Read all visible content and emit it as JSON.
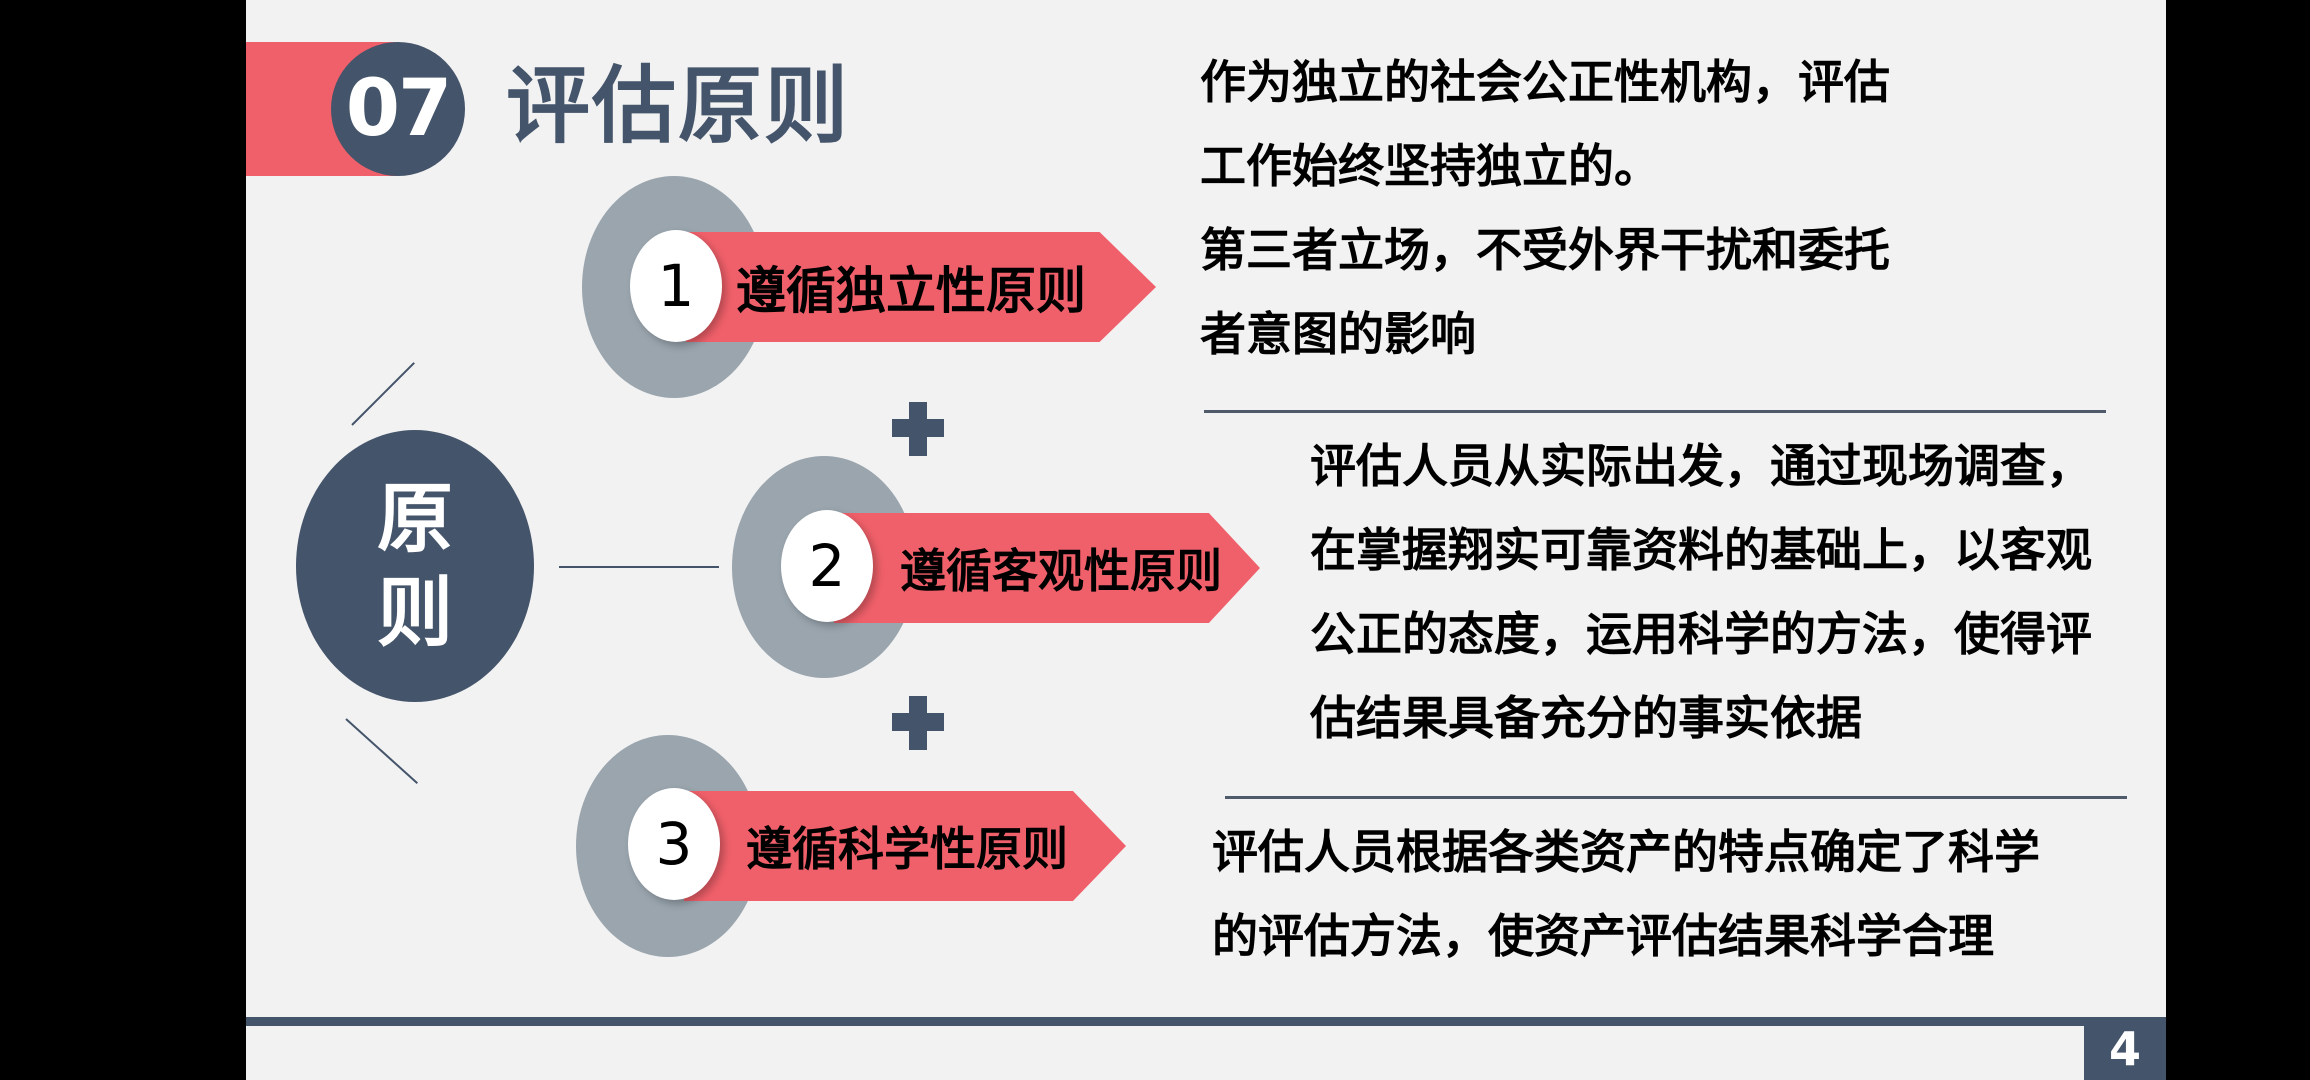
{
  "header": {
    "section_number": "07",
    "title": "评估原则"
  },
  "hub": {
    "label_line1": "原",
    "label_line2": "则"
  },
  "principles": [
    {
      "number": "1",
      "label": "遵循独立性原则",
      "description": [
        "作为独立的社会公正性机构，评估",
        "工作始终坚持独立的。",
        "第三者立场，不受外界干扰和委托",
        "者意图的影响"
      ]
    },
    {
      "number": "2",
      "label": "遵循客观性原则",
      "description": [
        "评估人员从实际出发，通过现场调查，",
        "在掌握翔实可靠资料的基础上，以客观",
        "公正的态度，运用科学的方法，使得评",
        "估结果具备充分的事实依据"
      ]
    },
    {
      "number": "3",
      "label": "遵循科学性原则",
      "description": [
        "评估人员根据各类资产的特点确定了科学",
        "的评估方法，使资产评估结果科学合理"
      ]
    }
  ],
  "footer": {
    "page_number": "4"
  },
  "colors": {
    "accent_red": "#f0606a",
    "navy": "#44546a",
    "ring_gray": "#9aa5ae",
    "background": "#f2f2f2"
  }
}
